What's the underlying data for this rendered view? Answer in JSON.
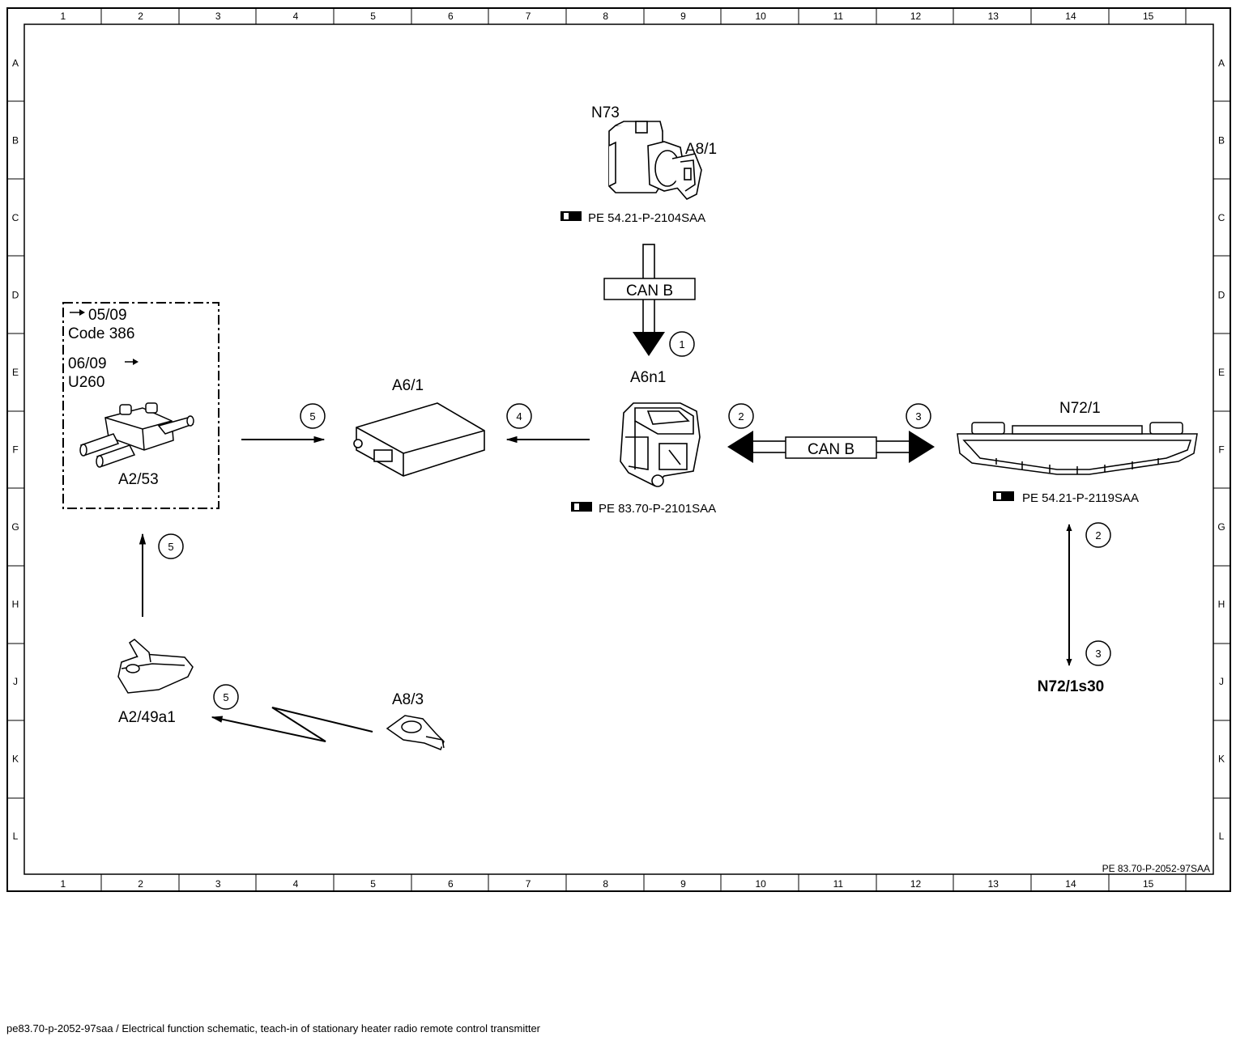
{
  "diagram": {
    "grid_columns": [
      "1",
      "2",
      "3",
      "4",
      "5",
      "6",
      "7",
      "8",
      "9",
      "10",
      "11",
      "12",
      "13",
      "14",
      "15"
    ],
    "grid_rows": [
      "A",
      "B",
      "C",
      "D",
      "E",
      "F",
      "G",
      "H",
      "J",
      "K",
      "L"
    ],
    "components": {
      "n73": "N73",
      "a8_1": "A8/1",
      "a6n1": "A6n1",
      "a6_1": "A6/1",
      "a2_53": "A2/53",
      "n72_1": "N72/1",
      "n72_1s30": "N72/1s30",
      "a2_49a1": "A2/49a1",
      "a8_3": "A8/3"
    },
    "references": {
      "n73_ref": "PE 54.21-P-2104SAA",
      "a6n1_ref": "PE 83.70-P-2101SAA",
      "n72_ref": "PE 54.21-P-2119SAA"
    },
    "can_bus": {
      "vertical": "CAN B",
      "horizontal": "CAN B"
    },
    "validity_box": {
      "line1": "05/09",
      "line2": "Code 386",
      "line3": "06/09",
      "line4": "U260"
    },
    "steps": {
      "can_down": "1",
      "a6n1_left": "2",
      "n72_right": "3",
      "to_a61": "4",
      "a253_to_a61": "5",
      "antenna_up": "5",
      "remote": "5",
      "switch_top": "2",
      "switch_bottom": "3"
    },
    "doc_id": "PE 83.70-P-2052-97SAA",
    "caption": "pe83.70-p-2052-97saa / Electrical function schematic, teach-in of stationary heater radio remote control transmitter"
  }
}
